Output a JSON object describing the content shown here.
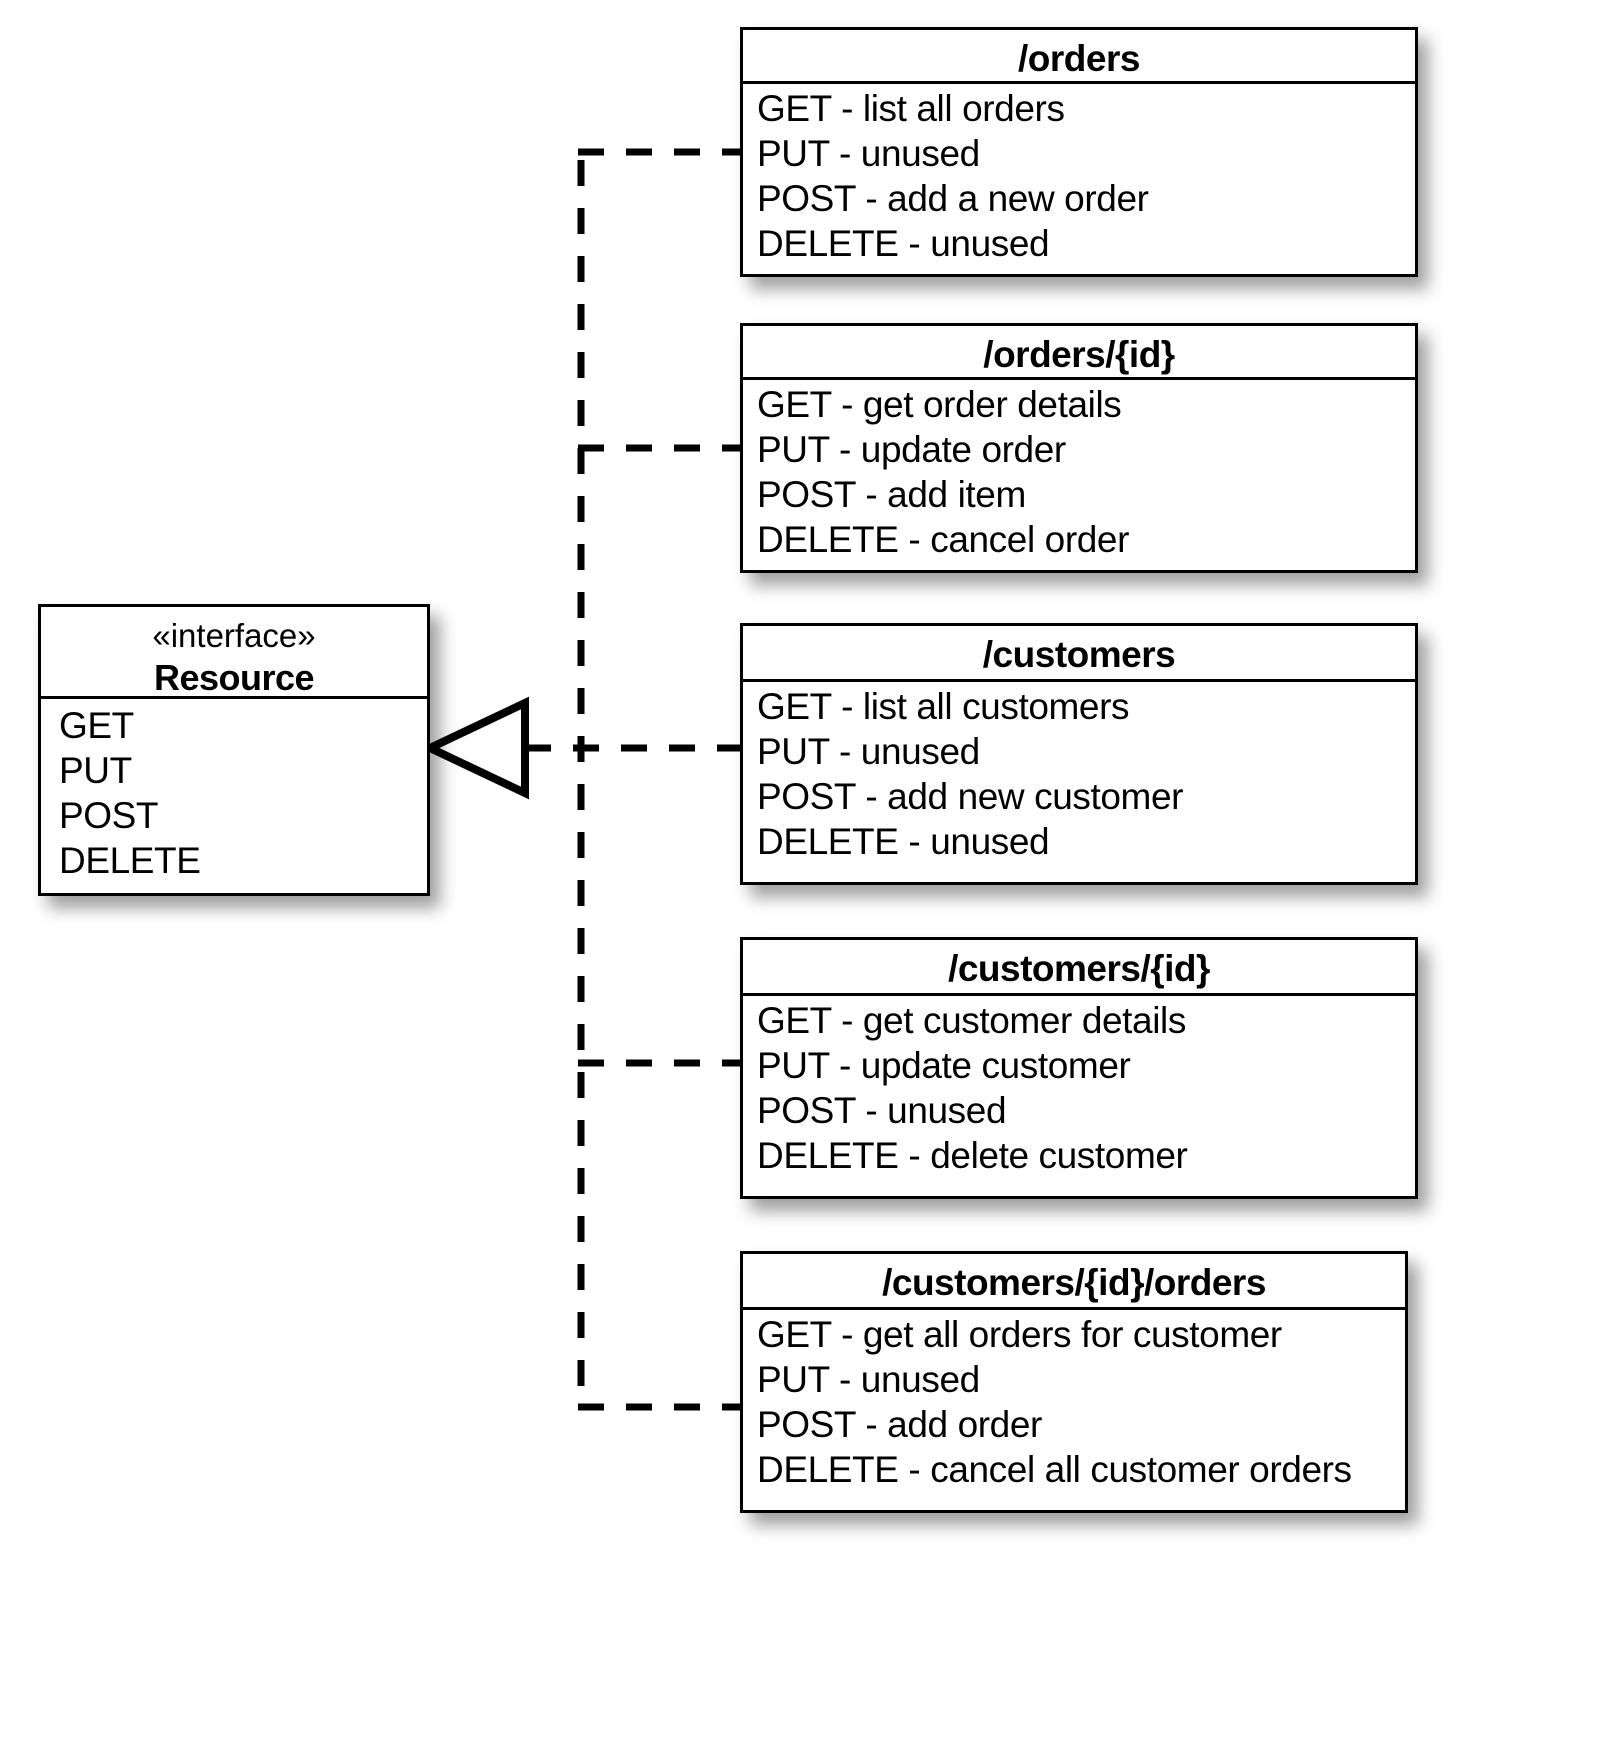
{
  "diagram": {
    "type": "uml-class-diagram",
    "title_implied": "REST resource interface realization",
    "relationship": "generalization/realization (hollow triangle, dashed line)"
  },
  "interface": {
    "stereotype": "«interface»",
    "name": "Resource",
    "operations": [
      "GET",
      "PUT",
      "POST",
      "DELETE"
    ]
  },
  "resources": [
    {
      "name": "/orders",
      "operations": [
        "GET - list all orders",
        "PUT - unused",
        "POST - add a new order",
        "DELETE -  unused"
      ]
    },
    {
      "name": "/orders/{id}",
      "operations": [
        "GET - get order details",
        "PUT - update order",
        "POST - add item",
        "DELETE - cancel order"
      ]
    },
    {
      "name": "/customers",
      "operations": [
        "GET - list all customers",
        "PUT - unused",
        "POST - add new customer",
        "DELETE - unused"
      ]
    },
    {
      "name": "/customers/{id}",
      "operations": [
        "GET - get customer details",
        "PUT - update customer",
        "POST - unused",
        "DELETE - delete customer"
      ]
    },
    {
      "name": "/customers/{id}/orders",
      "operations": [
        "GET - get all orders for customer",
        "PUT - unused",
        "POST - add order",
        "DELETE - cancel all customer orders"
      ]
    }
  ],
  "colors": {
    "background": "#ffffff",
    "stroke": "#000000",
    "box_fill": "#ffffff",
    "shadow": "#9a9a9a"
  }
}
